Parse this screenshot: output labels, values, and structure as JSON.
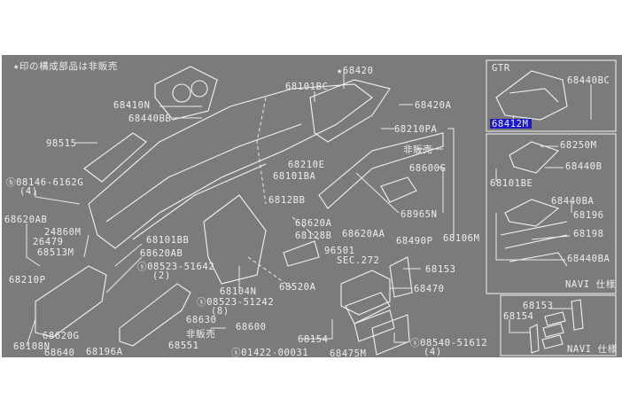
{
  "diagram": {
    "note": "★印の構成部品は非販売",
    "labels": [
      "68410N",
      "68440BB",
      "98515",
      "ⓑ08146-6162G",
      "(4)",
      "68101BC",
      "★68420",
      "68420A",
      "68210PA",
      "非販売",
      "68210E",
      "68101BA",
      "6812BB",
      "68600G",
      "68965N",
      "68106M",
      "68490P",
      "68620AA",
      "68620A",
      "68128B",
      "96501",
      "SEC.272",
      "68153",
      "68520A",
      "68470",
      "68154",
      "68475M",
      "ⓢ08540-51612",
      "(4)",
      "68620AB",
      "24860M",
      "26479",
      "68513M",
      "68210P",
      "68101BB",
      "68620AB",
      "ⓢ08523-51642",
      "(2)",
      "68104N",
      "ⓢ08523-51242",
      "(8)",
      "68630",
      "68600",
      "非販売",
      "68620G",
      "68108N",
      "68640",
      "68196A",
      "68551",
      "ⓢ01422-00031"
    ],
    "gtr_box": {
      "title": "GTR",
      "labels": [
        "68440BC",
        "68412M"
      ],
      "highlight_color": "#1a1acc"
    },
    "navi_box_1": {
      "labels": [
        "68250M",
        "68440B",
        "68101BE",
        "68440BA",
        "68196",
        "68198",
        "68440BA"
      ],
      "caption": "NAVI 仕様"
    },
    "navi_box_2": {
      "labels": [
        "68153",
        "68154"
      ],
      "caption": "NAVI 仕様"
    },
    "colors": {
      "background": "#7b7b7b",
      "line": "#eeeeee"
    }
  }
}
